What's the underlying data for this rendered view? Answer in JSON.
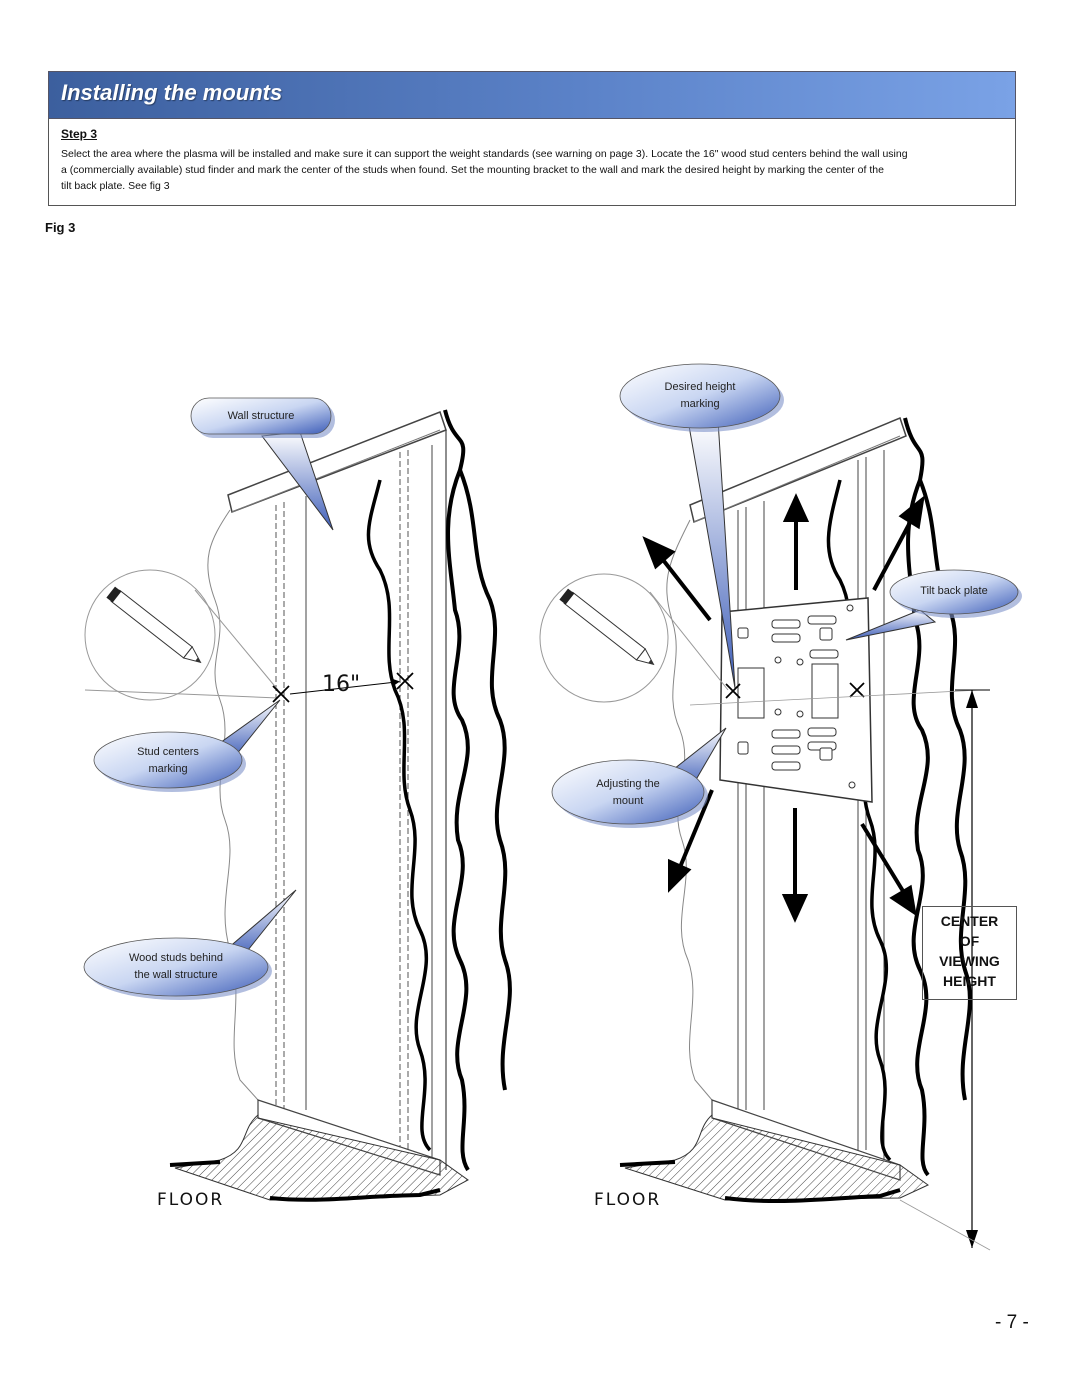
{
  "header": {
    "title": "Installing the mounts"
  },
  "step": {
    "label": "Step 3",
    "lines": [
      "Select the area where the plasma will be installed and make sure it can support the weight standards (see warning on page 3). Locate the 16\" wood stud centers behind the wall using",
      "a (commercially available) stud finder and mark the center of the studs when found. Set the mounting bracket to the wall and mark the desired height by marking the center of the",
      "tilt back plate. See fig 3"
    ]
  },
  "figure": {
    "label": "Fig 3",
    "left": {
      "wall_structure": "Wall structure",
      "stud_centers_1": "Stud centers",
      "stud_centers_2": "marking",
      "wood_studs_1": "Wood studs behind",
      "wood_studs_2": "the wall structure",
      "dimension": "16\"",
      "floor": "FLOOR"
    },
    "right": {
      "desired_height_1": "Desired height",
      "desired_height_2": "marking",
      "tilt_back_plate": "Tilt back plate",
      "adjusting_1": "Adjusting the",
      "adjusting_2": "mount",
      "floor": "FLOOR",
      "cvh": [
        "CENTER",
        "OF",
        "VIEWING",
        "HEIGHT"
      ]
    }
  },
  "page_number": "- 7 -",
  "colors": {
    "header_start": "#3c5f9e",
    "header_end": "#7aa2e6",
    "callout_start": "#ffffff",
    "callout_end": "#3d5db8"
  }
}
